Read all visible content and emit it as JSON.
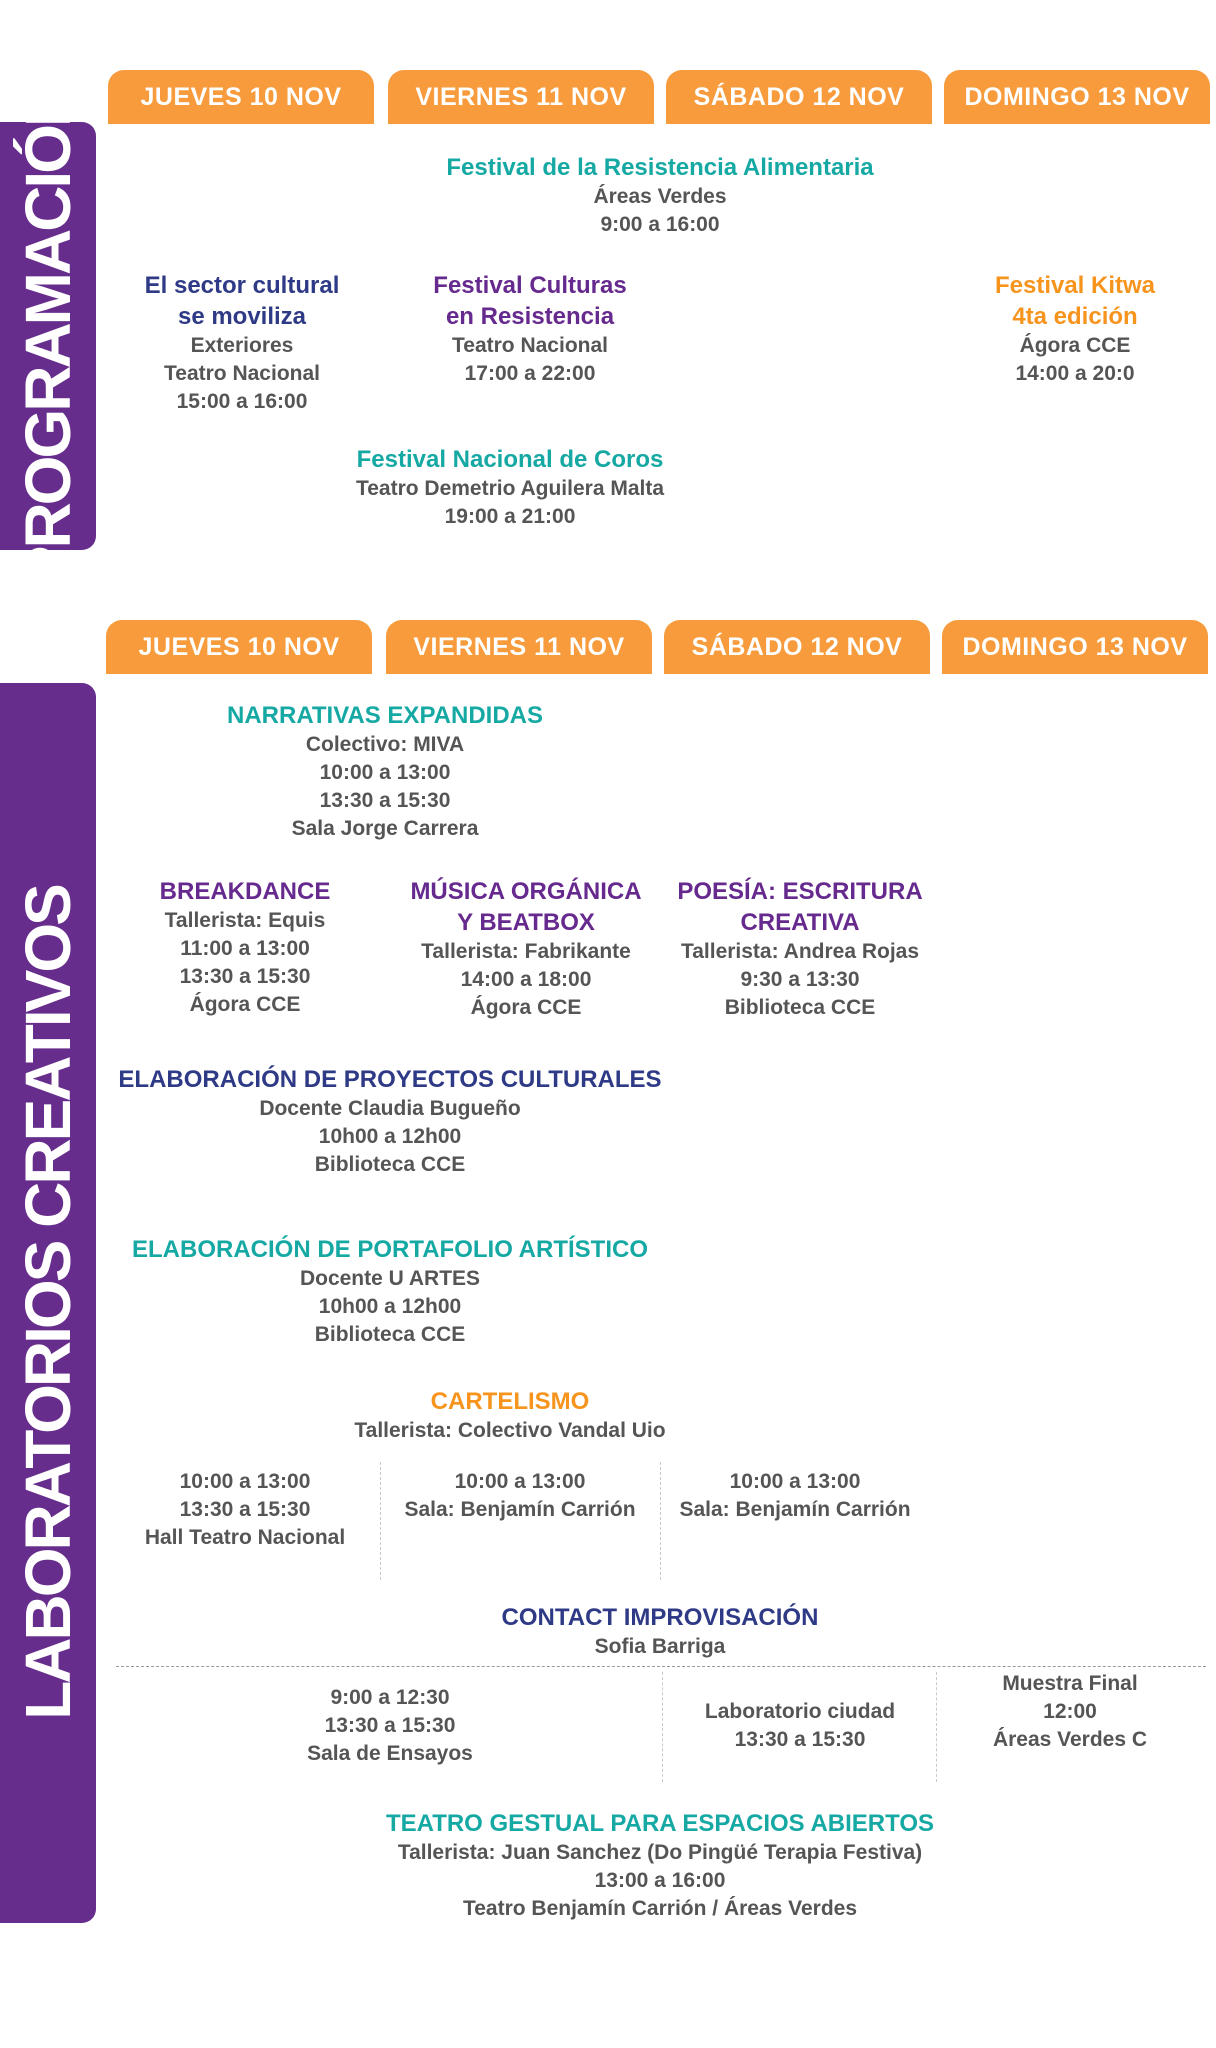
{
  "sections": {
    "programacion": "PROGRAMACIÓN",
    "laboratorios": "LABORATORIOS CREATIVOS"
  },
  "days": [
    "JUEVES 10 NOV",
    "VIERNES 11 NOV",
    "SÁBADO 12 NOV",
    "DOMINGO 13 NOV"
  ],
  "colors": {
    "purple": "#662d8c",
    "orange": "#f79b3c",
    "teal": "#16a9a4",
    "navy": "#2f3a86"
  },
  "programacion": {
    "resistencia": {
      "title": "Festival de la Resistencia Alimentaria",
      "place": "Áreas Verdes",
      "time": "9:00 a 16:00"
    },
    "sector": {
      "title1": "El sector cultural",
      "title2": "se moviliza",
      "place1": "Exteriores",
      "place2": "Teatro Nacional",
      "time": "15:00 a 16:00"
    },
    "culturas": {
      "title1": "Festival Culturas",
      "title2": "en Resistencia",
      "place": "Teatro Nacional",
      "time": "17:00 a 22:00"
    },
    "kitwa": {
      "title1": "Festival Kitwa",
      "title2": "4ta edición",
      "place": "Ágora CCE",
      "time": "14:00 a 20:0"
    },
    "coros": {
      "title": "Festival Nacional de Coros",
      "place": "Teatro Demetrio Aguilera Malta",
      "time": "19:00 a 21:00"
    }
  },
  "labs": {
    "narrativas": {
      "title": "NARRATIVAS EXPANDIDAS",
      "l1": "Colectivo: MIVA",
      "l2": "10:00 a 13:00",
      "l3": "13:30 a 15:30",
      "l4": "Sala Jorge Carrera"
    },
    "breakdance": {
      "title": "BREAKDANCE",
      "l1": "Tallerista: Equis",
      "l2": "11:00 a 13:00",
      "l3": "13:30 a 15:30",
      "l4": "Ágora CCE"
    },
    "musica": {
      "title1": "MÚSICA ORGÁNICA",
      "title2": "Y BEATBOX",
      "l1": "Tallerista: Fabrikante",
      "l2": "14:00 a 18:00",
      "l3": "Ágora CCE"
    },
    "poesia": {
      "title1": "POESÍA: ESCRITURA",
      "title2": "CREATIVA",
      "l1": "Tallerista: Andrea Rojas",
      "l2": "9:30 a 13:30",
      "l3": "Biblioteca CCE"
    },
    "proyectos": {
      "title": "ELABORACIÓN DE PROYECTOS CULTURALES",
      "l1": "Docente Claudia Bugueño",
      "l2": "10h00 a 12h00",
      "l3": "Biblioteca CCE"
    },
    "portafolio": {
      "title": "ELABORACIÓN DE PORTAFOLIO ARTÍSTICO",
      "l1": "Docente U ARTES",
      "l2": "10h00 a 12h00",
      "l3": "Biblioteca CCE"
    },
    "cartelismo": {
      "title": "CARTELISMO",
      "l1": "Tallerista: Colectivo Vandal Uio",
      "c1": {
        "l1": "10:00 a 13:00",
        "l2": "13:30 a 15:30",
        "l3": "Hall Teatro Nacional"
      },
      "c2": {
        "l1": "10:00 a 13:00",
        "l2": "Sala: Benjamín Carrión"
      },
      "c3": {
        "l1": "10:00 a 13:00",
        "l2": "Sala: Benjamín Carrión"
      }
    },
    "contact": {
      "title": "CONTACT IMPROVISACIÓN",
      "l1": "Sofia Barriga",
      "c1": {
        "l1": "9:00 a 12:30",
        "l2": "13:30 a 15:30",
        "l3": "Sala de Ensayos"
      },
      "c2": {
        "l1": "Laboratorio ciudad",
        "l2": "13:30 a 15:30"
      },
      "c3": {
        "l1": "Muestra Final",
        "l2": "12:00",
        "l3": "Áreas Verdes C"
      }
    },
    "teatro": {
      "title": "TEATRO GESTUAL PARA ESPACIOS ABIERTOS",
      "l1": "Tallerista: Juan Sanchez (Do Pingüé Terapia Festiva)",
      "l2": "13:00 a 16:00",
      "l3": "Teatro Benjamín Carrión / Áreas Verdes"
    }
  }
}
